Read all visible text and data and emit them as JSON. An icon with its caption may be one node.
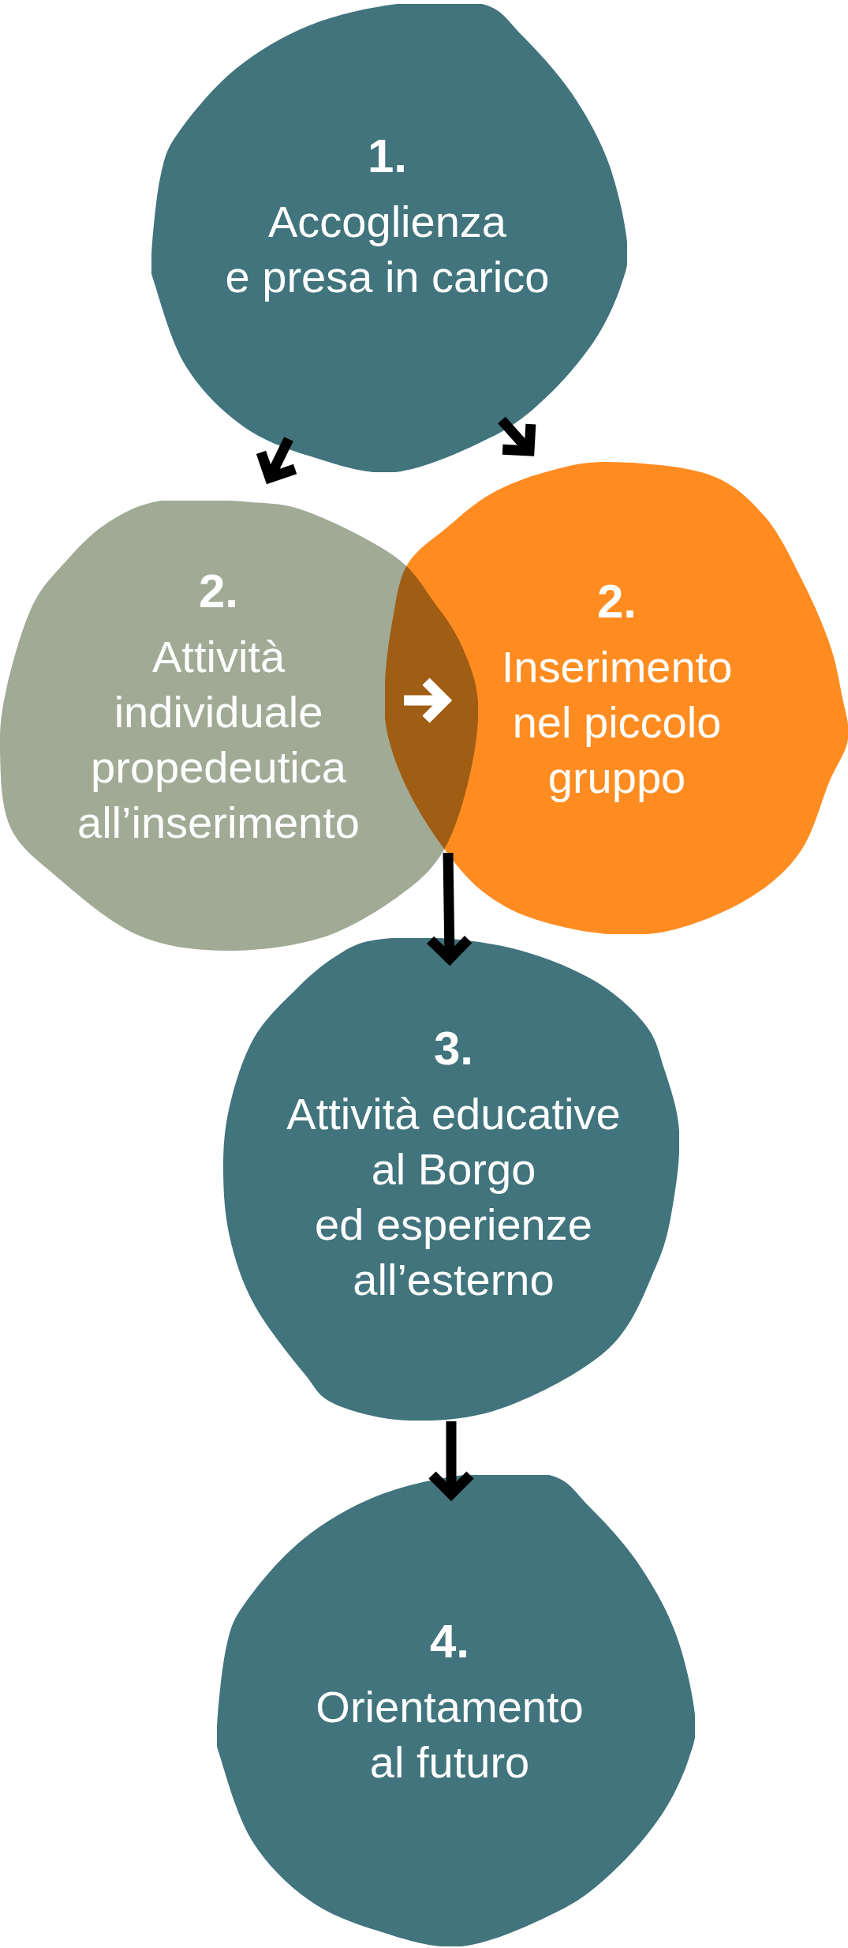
{
  "diagram": {
    "nodes": [
      {
        "text": [
          "1.",
          "Accoglienza e presa in carico"
        ]
      },
      {
        "text": [
          "2.",
          "Attività individuale propedeutica all’inserimento"
        ]
      },
      {
        "text": [
          "2.",
          "Inserimento nel piccolo gruppo"
        ]
      },
      {
        "text": [
          "3.",
          "Attività educative al Borgo ed esperienze all’esterno"
        ]
      },
      {
        "text": [
          "4.",
          "Orientamento al futuro"
        ]
      }
    ],
    "edges": [
      {
        "from": 0,
        "to": 1,
        "arrow": "to"
      },
      {
        "from": 0,
        "to": 2,
        "arrow": "to"
      },
      {
        "from": 1,
        "to": 2,
        "arrow": "to",
        "color": "#ffffff"
      },
      {
        "from": 1,
        "to": 3,
        "arrow": "to"
      },
      {
        "from": 2,
        "to": 3,
        "arrow": "to"
      },
      {
        "from": 3,
        "to": 4,
        "arrow": "to"
      }
    ]
  }
}
